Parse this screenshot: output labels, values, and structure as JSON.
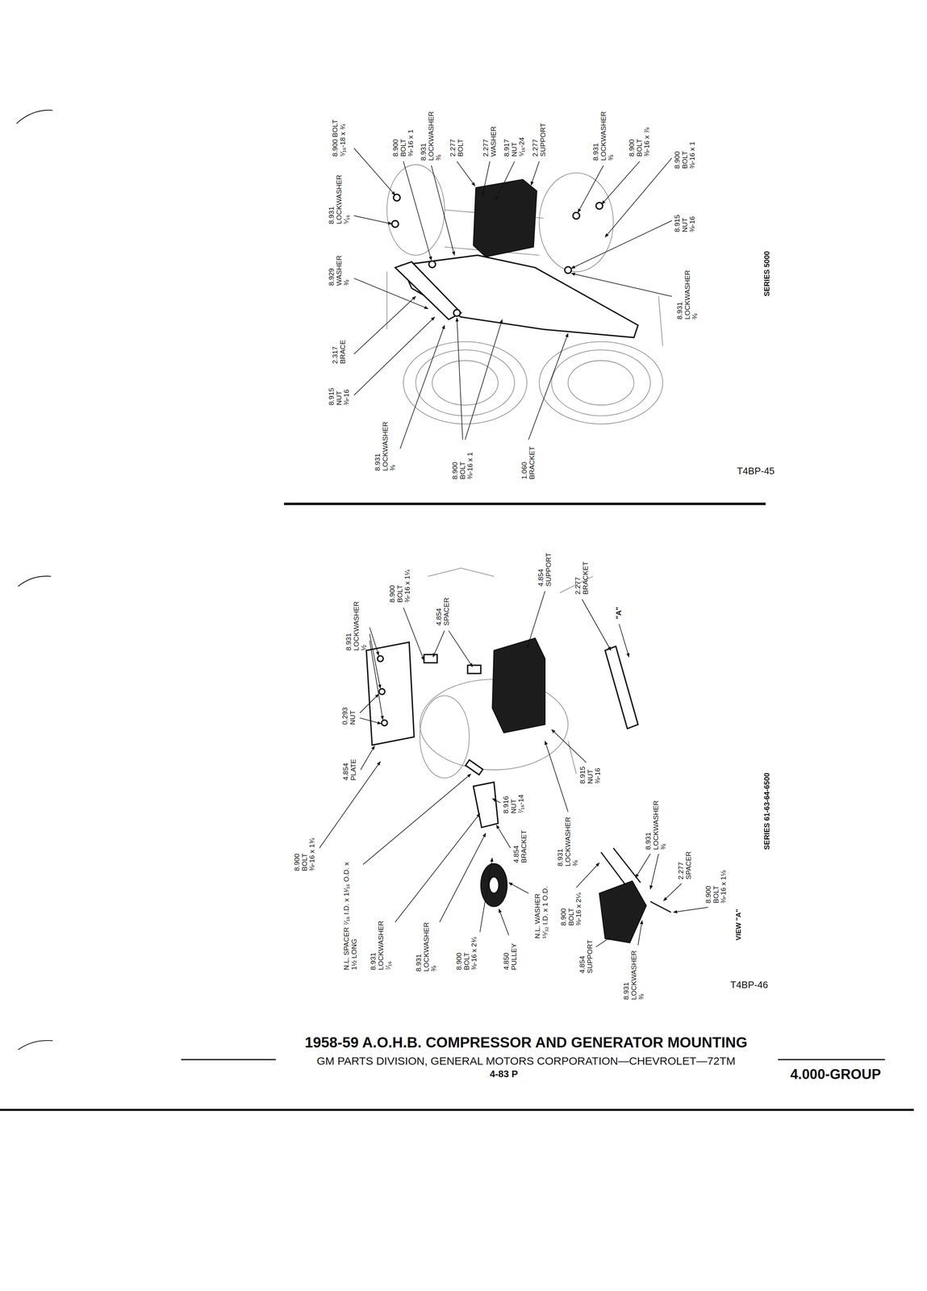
{
  "diagram": {
    "title": "1958-59 A.O.H.B. COMPRESSOR AND GENERATOR MOUNTING",
    "labels": [
      "8.900 BOLT ⁵⁄₁₆-18 x ¾",
      "8.931 LOCKWASHER ⁵⁄₁₆",
      "8.929 WASHER ⅜",
      "2.317 BRACE",
      "8.915 NUT ⅜-16",
      "8.931 LOCKWASHER ⅜",
      "8.900 BOLT ⅜-16 x 1",
      "1.060 BRACKET",
      "8.900 BOLT ⅜-16 x 1",
      "8.931 LOCKWASHER ⅜",
      "2.277 BOLT",
      "2.277 WASHER",
      "8.917 NUT ⁵⁄₁₆-24",
      "2.277 SUPPORT",
      "8.931 LOCKWASHER ⅜",
      "8.900 BOLT ⅜-16 x ⅞",
      "8.900 BOLT ⅜-16 x 1",
      "8.915 NUT ⅜-16",
      "8.931 LOCKWASHER ⅜",
      "T4BP-45",
      "SERIES 5000",
      "0.293 NUT",
      "8.931 LOCKWASHER ½",
      "8.900 BOLT ⅜-16 x 1¼",
      "4.854 SPACER",
      "4.854 SUPPORT",
      "2.277 BRACKET",
      "\"A\"",
      "4.854 PLATE",
      "8.900 BOLT ⅜-16 x 1¾",
      "N.L. SPACER ⁷⁄₁₆ I.D. x 1¹⁄₁₆ O.D. x 1½ LONG",
      "8.931 LOCKWASHER ⁷⁄₁₆",
      "8.931 LOCKWASHER ⅜",
      "8.900 BOLT ⅜-16 x 2¾",
      "4.850 PULLEY",
      "8.916 NUT ⁷⁄₁₆-14",
      "4.854 BRACKET",
      "N.L. WASHER ¹⁵⁄₃₂ I.D. x 1 O.D.",
      "8.931 LOCKWASHER ⅜",
      "8.900 BOLT ⅜-16 x 2¼",
      "8.915 NUT ⅜-16",
      "4.854 SUPPORT",
      "8.931 LOCKWASHER ⅜",
      "2.277 SPACER",
      "8.900 BOLT ⅜-16 x 1⅛",
      "VIEW \"A\"",
      "8.931 LOCKWASHER ⅜",
      "SERIES 61-63-64-6500",
      "T4BP-46",
      "GM PARTS DIVISION, GENERAL MOTORS CORPORATION—CHEVROLET—72TM",
      "4-83 P",
      "4.000-GROUP"
    ]
  }
}
